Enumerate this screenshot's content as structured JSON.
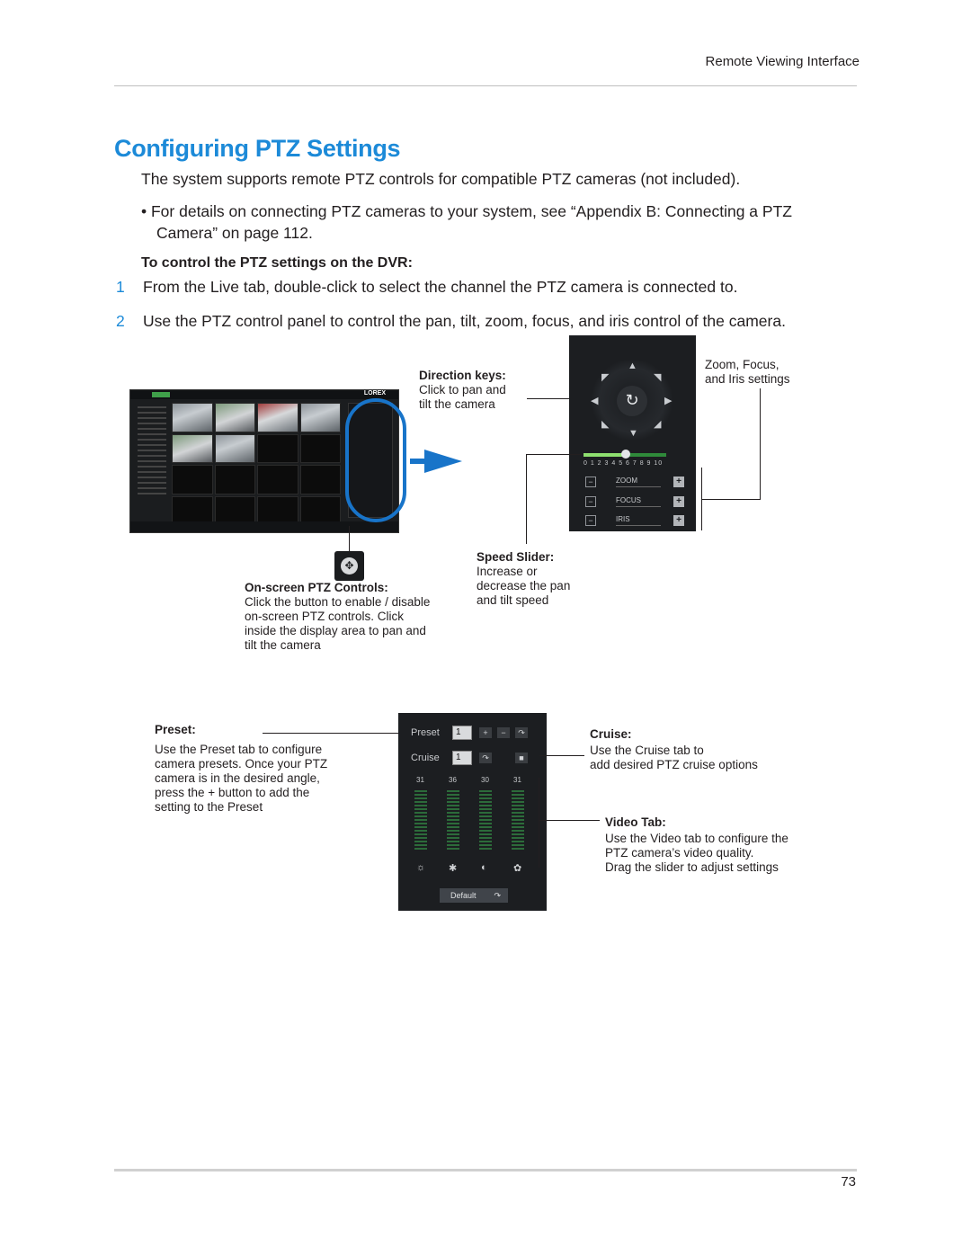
{
  "header": {
    "section": "Remote Viewing Interface"
  },
  "page": {
    "title": "Configuring PTZ Settings",
    "intro": "The system supports remote PTZ controls for compatible PTZ cameras (not included).",
    "bullet_line1": "• For details on connecting PTZ cameras to your system, see “Appendix B: Connecting a PTZ",
    "bullet_line2": "Camera” on page 112.",
    "procedure_heading": "To control the PTZ settings on the DVR:",
    "steps": [
      {
        "num": "1",
        "text": "From the Live tab, double-click to select the channel the PTZ camera is connected to."
      },
      {
        "num": "2",
        "text": "Use the PTZ control panel to control the pan, tilt, zoom, focus, and iris control of the camera."
      }
    ]
  },
  "callouts": {
    "direction_keys": {
      "title": "Direction keys:",
      "line1": "Click to pan and",
      "line2": "tilt the camera"
    },
    "zoom_focus_iris": {
      "line1": "Zoom, Focus,",
      "line2": "and Iris settings"
    },
    "speed_slider": {
      "title": "Speed Slider:",
      "line1": "Increase or",
      "line2": "decrease the pan",
      "line3": "and tilt speed"
    },
    "onscreen_ptz": {
      "title": "On-screen PTZ Controls:",
      "line1": "Click the button to enable / disable",
      "line2": "on-screen PTZ controls. Click",
      "line3": "inside the display area to pan and",
      "line4": "tilt the camera"
    },
    "preset": {
      "title": "Preset:",
      "line1": "Use the Preset tab to configure",
      "line2": "camera presets. Once your PTZ",
      "line3": "camera is in the desired angle,",
      "line4": "press the + button to add the",
      "line5": "setting to the Preset"
    },
    "cruise": {
      "title": "Cruise:",
      "line1": "Use the Cruise tab to",
      "line2": "add desired PTZ cruise options"
    },
    "video_tab": {
      "title": "Video Tab:",
      "line1": "Use the Video tab to configure the",
      "line2": "PTZ camera’s video quality.",
      "line3": "Drag the slider to adjust settings"
    }
  },
  "dvr_screen": {
    "brand": "LOREX"
  },
  "ptz_panel": {
    "center_icon": "refresh-icon",
    "scale": "0 1 2 3 4 5 6 7 8 9 10",
    "rows": [
      {
        "label": "ZOOM"
      },
      {
        "label": "FOCUS"
      },
      {
        "label": "IRIS"
      }
    ],
    "speed_level": 5
  },
  "preset_panel": {
    "preset_label": "Preset",
    "preset_value": "1",
    "cruise_label": "Cruise",
    "cruise_value": "1",
    "values": [
      "31",
      "36",
      "30",
      "31"
    ],
    "default_label": "Default"
  },
  "footer": {
    "page_number": "73"
  },
  "colors": {
    "heading_blue": "#1c8ad8",
    "highlight_blue": "#1874c9"
  }
}
